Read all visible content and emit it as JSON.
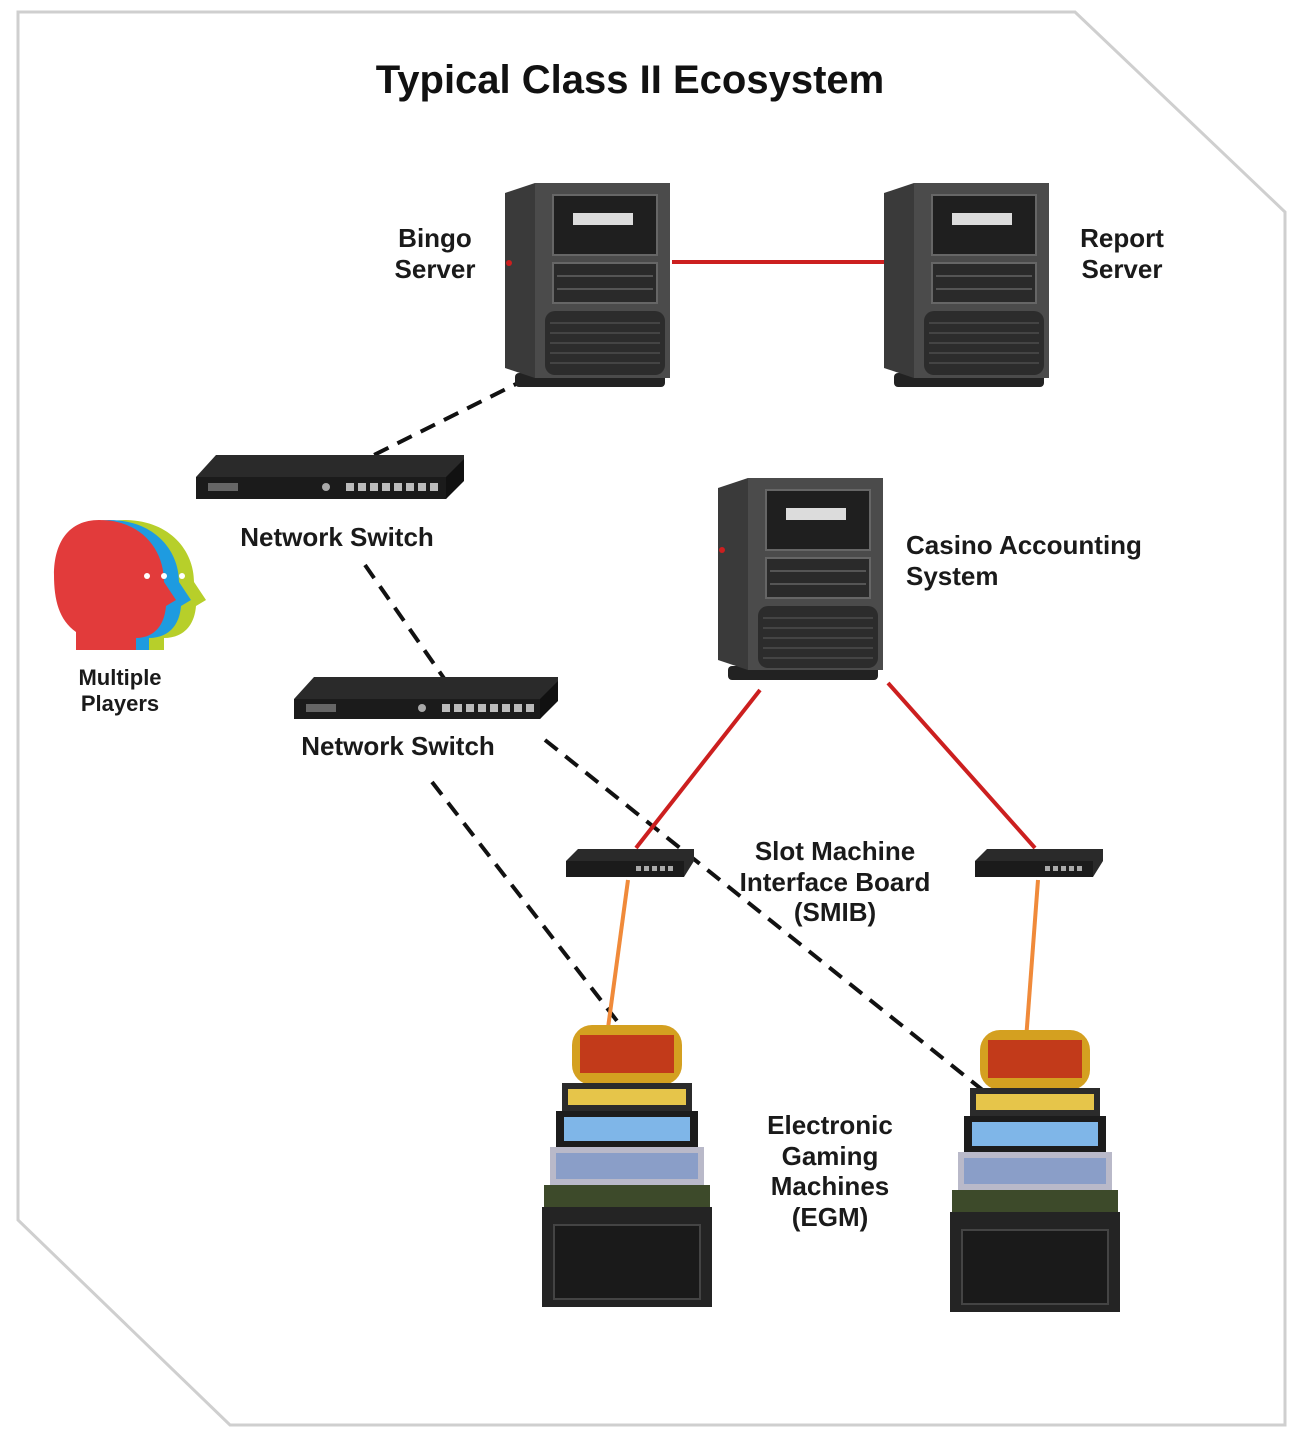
{
  "title": "Typical Class II Ecosystem",
  "nodes": {
    "bingo_server": "Bingo\nServer",
    "report_server": "Report\nServer",
    "network_switch_1": "Network Switch",
    "casino_accounting": "Casino Accounting\nSystem",
    "multiple_players": "Multiple\nPlayers",
    "network_switch_2": "Network Switch",
    "smib": "Slot Machine\nInterface Board\n(SMIB)",
    "egm": "Electronic\nGaming\nMachines\n(EGM)"
  },
  "colors": {
    "red_link": "#cc1f1f",
    "orange_link": "#f08a3a",
    "dashed_link": "#111111",
    "frame": "#cfcfcf",
    "head_red": "#e23b3b",
    "head_blue": "#1e9be0",
    "head_green": "#b7cf2a"
  }
}
